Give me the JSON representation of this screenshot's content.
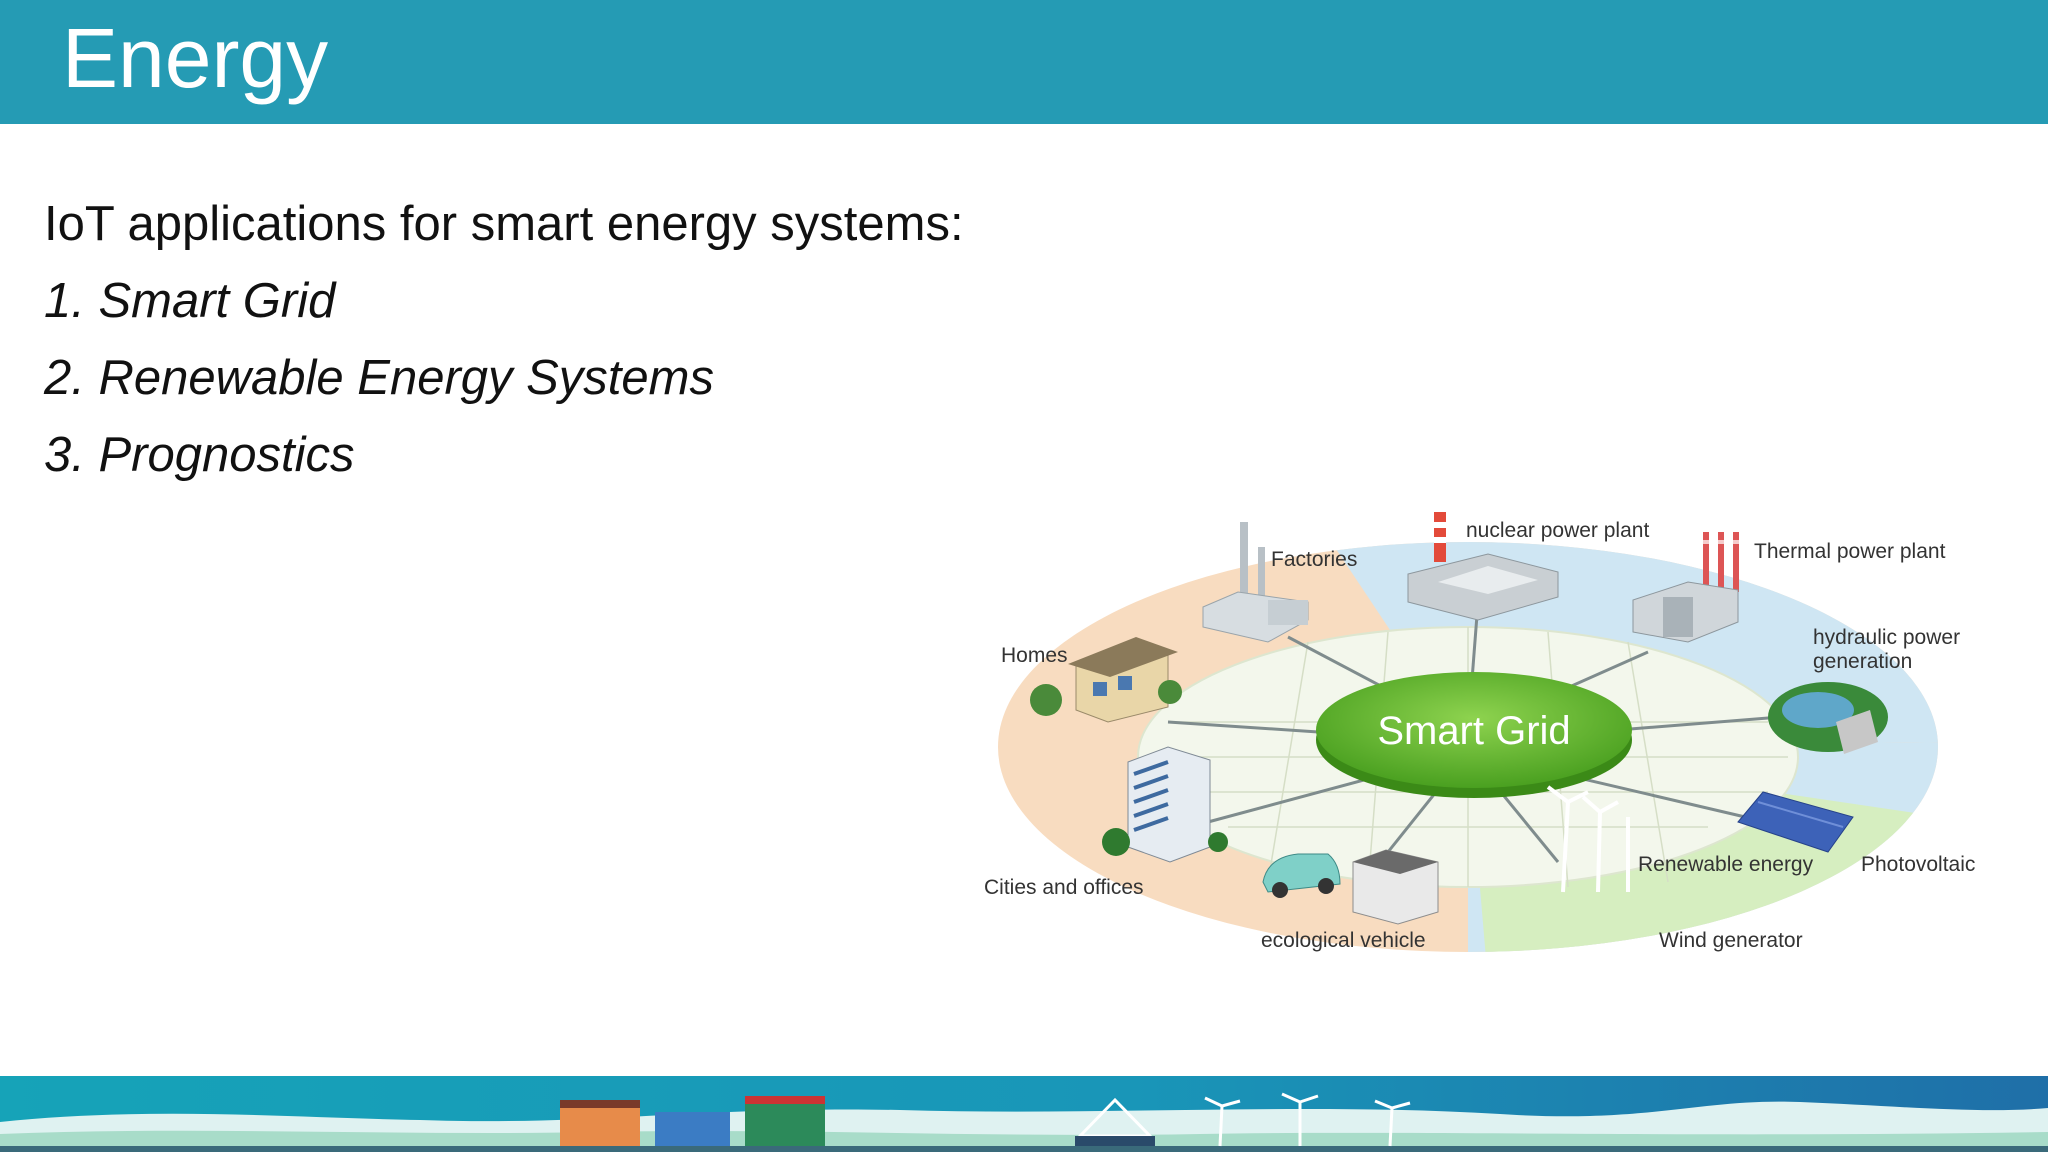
{
  "slide": {
    "title": "Energy",
    "intro": "IoT applications for smart energy systems:",
    "items": [
      "1. Smart Grid",
      "2. Renewable Energy Systems",
      "3. Prognostics"
    ]
  },
  "diagram": {
    "center_label": "Smart Grid",
    "labels": {
      "factories": "Factories",
      "nuclear": "nuclear power plant",
      "thermal": "Thermal power plant",
      "hydraulic_1": "hydraulic power",
      "hydraulic_2": "generation",
      "homes": "Homes",
      "cities": "Cities and offices",
      "vehicle": "ecological vehicle",
      "renewable": "Renewable energy",
      "photovoltaic": "Photovoltaic",
      "wind": "Wind generator"
    },
    "colors": {
      "header": "#259bb4",
      "center": "#5fb52c",
      "ring_blue": "#cfe6f3",
      "ring_peach": "#f8dcc0",
      "ring_green": "#d6eec0"
    }
  }
}
